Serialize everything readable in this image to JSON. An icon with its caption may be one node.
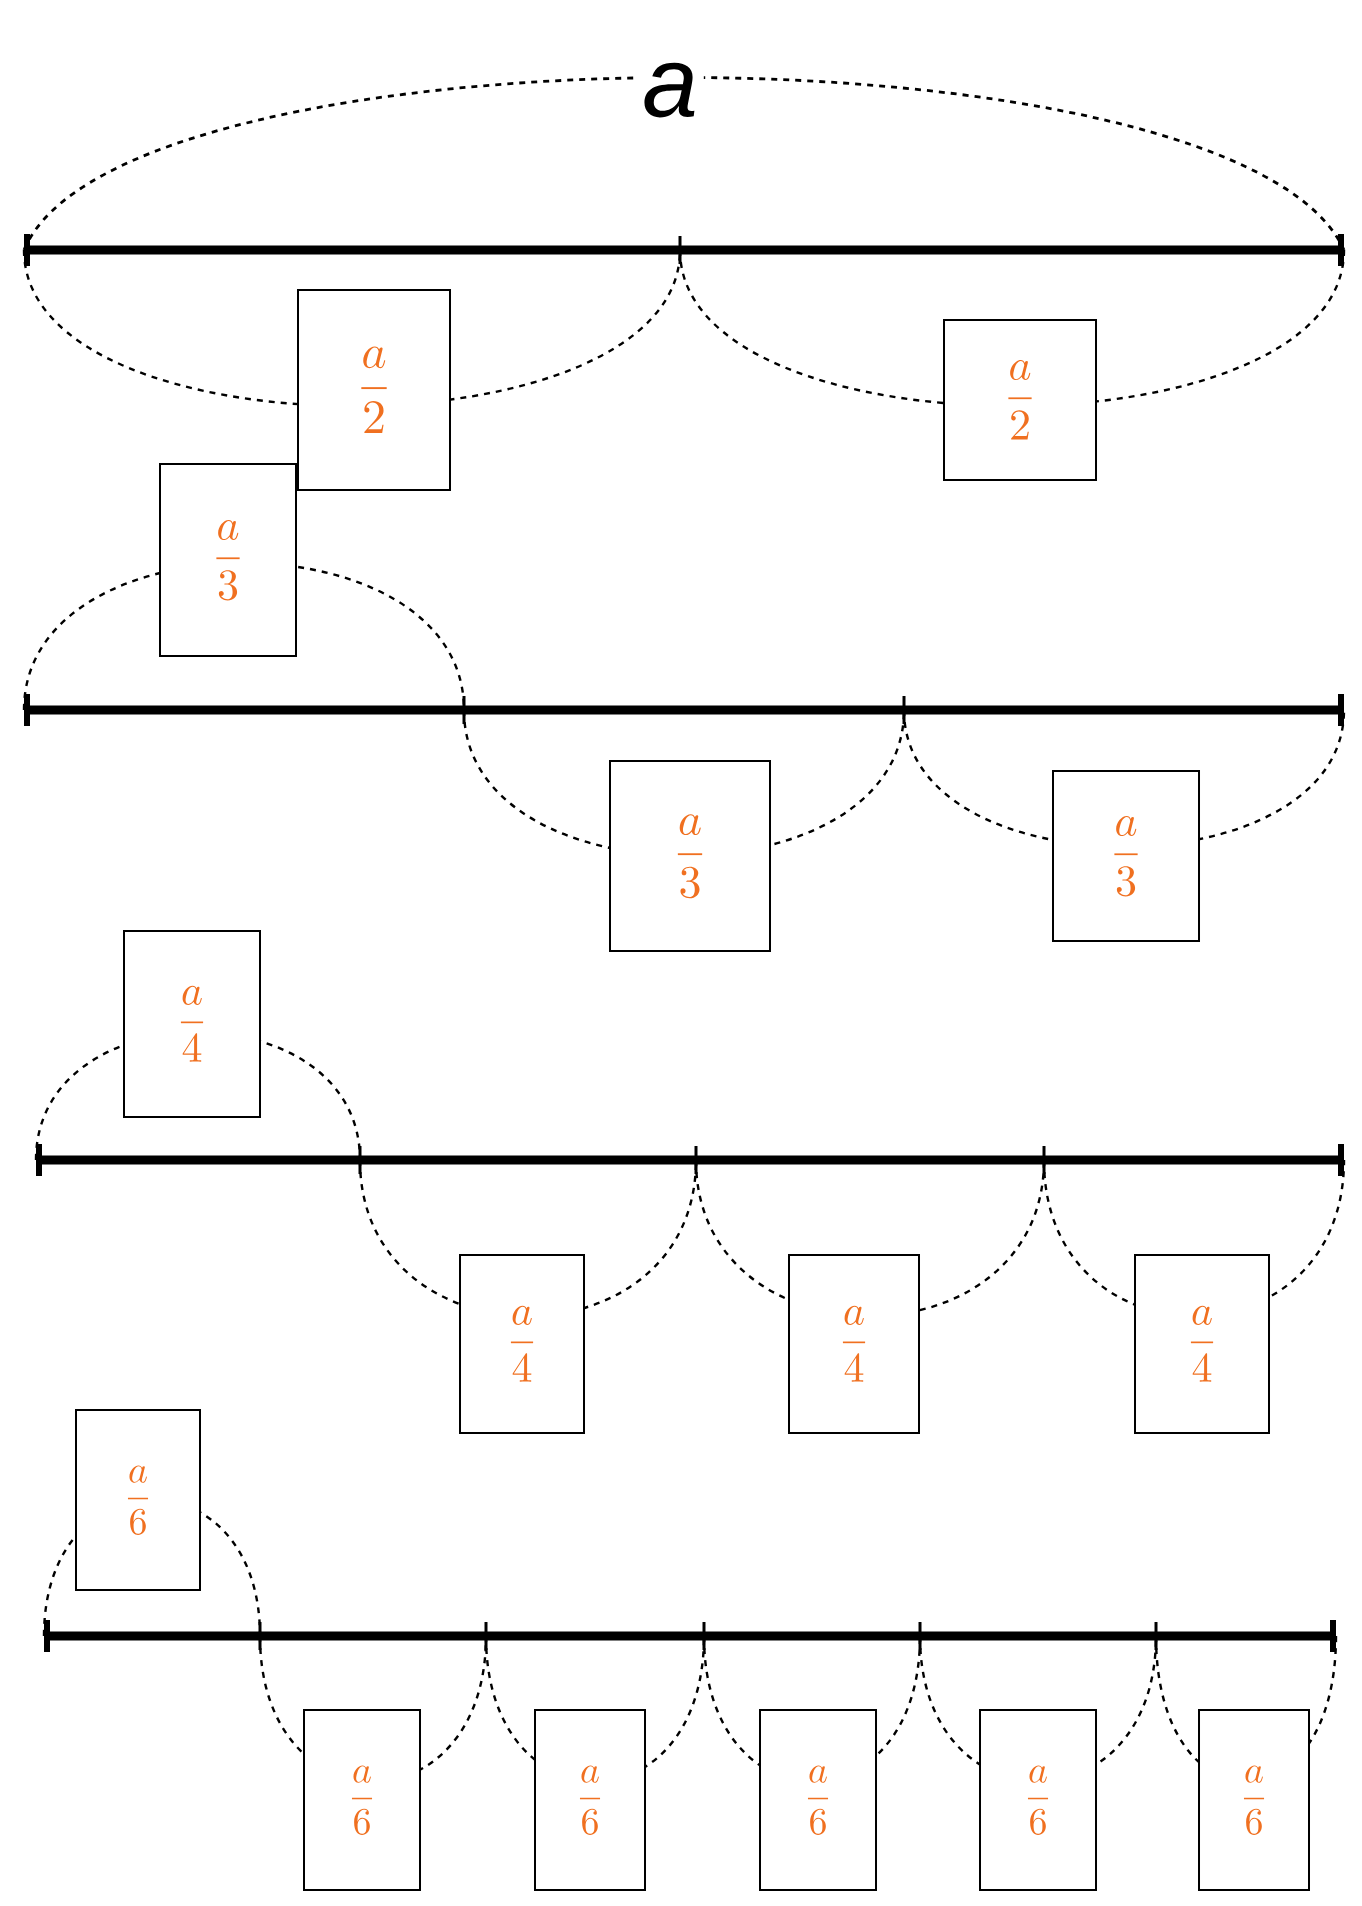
{
  "diagram": {
    "nodes": [
      {
        "text": [
          "\\frac{a}{2}"
        ]
      },
      {
        "text": [
          "\\frac{a}{2}"
        ]
      },
      {
        "text": [
          "\\frac{a}{3}"
        ]
      },
      {
        "text": [
          "\\frac{a}{3}"
        ]
      },
      {
        "text": [
          "\\frac{a}{3}"
        ]
      },
      {
        "text": [
          "\\frac{a}{4}"
        ]
      },
      {
        "text": [
          "\\frac{a}{4}"
        ]
      },
      {
        "text": [
          "\\frac{a}{4}"
        ]
      },
      {
        "text": [
          "\\frac{a}{4}"
        ]
      },
      {
        "text": [
          "\\frac{a}{6}"
        ]
      },
      {
        "text": [
          "\\frac{a}{6}"
        ]
      },
      {
        "text": [
          "\\frac{a}{6}"
        ]
      },
      {
        "text": [
          "\\frac{a}{6}"
        ]
      },
      {
        "text": [
          "\\frac{a}{6}"
        ]
      },
      {
        "text": [
          "\\frac{a}{6}"
        ]
      }
    ],
    "labels": [
      "a"
    ]
  }
}
